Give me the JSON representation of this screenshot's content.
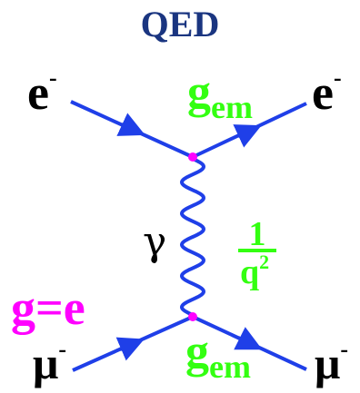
{
  "title": "QED",
  "particles": {
    "electron_in": {
      "symbol": "e",
      "charge": "-"
    },
    "electron_out": {
      "symbol": "e",
      "charge": "-"
    },
    "muon_in": {
      "symbol": "μ",
      "charge": "-"
    },
    "muon_out": {
      "symbol": "μ",
      "charge": "-"
    }
  },
  "vertex_coupling_top": {
    "base": "g",
    "subscript": "em"
  },
  "vertex_coupling_bottom": {
    "base": "g",
    "subscript": "em"
  },
  "boson": {
    "symbol": "γ"
  },
  "propagator": {
    "numerator": "1",
    "denominator_base": "q",
    "denominator_power": "2"
  },
  "coupling_identity": "g=e",
  "colors": {
    "title": "#1a3580",
    "fermion_line": "#1f3fe8",
    "photon_line": "#1f3fe8",
    "vertex": "#ff00ff",
    "coupling_text": "#33ff11",
    "identity_text": "#ff00ff",
    "particle_text": "#000000"
  }
}
